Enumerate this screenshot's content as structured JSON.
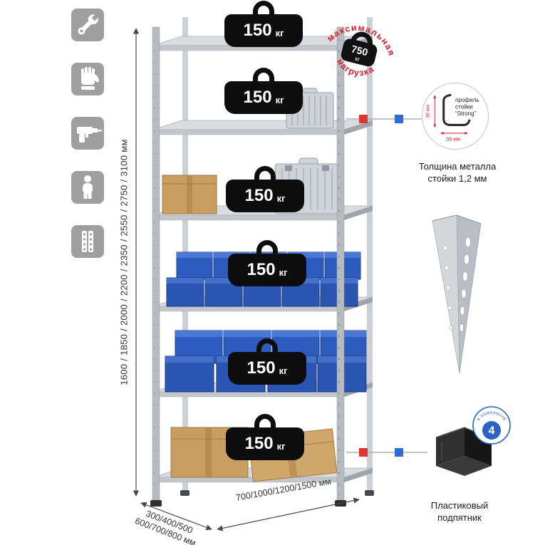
{
  "colors": {
    "accent_red": "#d6212b",
    "accent_blue": "#2a63c5",
    "icon_gray": "#9f9f9f"
  },
  "icons": [
    {
      "name": "wrench"
    },
    {
      "name": "gloves"
    },
    {
      "name": "drill"
    },
    {
      "name": "person"
    },
    {
      "name": "rack-post"
    }
  ],
  "shelf": {
    "loads": [
      {
        "value": "150",
        "unit": "кг"
      },
      {
        "value": "150",
        "unit": "кг"
      },
      {
        "value": "150",
        "unit": "кг"
      },
      {
        "value": "150",
        "unit": "кг"
      },
      {
        "value": "150",
        "unit": "кг"
      },
      {
        "value": "150",
        "unit": "кг"
      }
    ]
  },
  "stamp": {
    "arc_top": "максимальная",
    "arc_bottom": "нагрузка",
    "value": "750",
    "unit": "кг"
  },
  "profile": {
    "label_line1": "профиль",
    "label_line2": "стойки",
    "label_line3": "“Strong”",
    "dim_side": "38 мм",
    "dim_bottom": "38 мм.",
    "caption_line1": "Толщина металла",
    "caption_line2": "стойки 1,2 мм"
  },
  "foot": {
    "badge_value": "4",
    "badge_arc": "в комплекте",
    "caption_line1": "Пластиковый",
    "caption_line2": "подпятник"
  },
  "dims": {
    "height": "1600 / 1850 / 2000 / 2200 / 2350 / 2550 / 2750 / 3100 мм",
    "width": "700/1000/1200/1500 мм",
    "depth_line1": "300/400/500",
    "depth_line2": "600/700/800 мм"
  }
}
